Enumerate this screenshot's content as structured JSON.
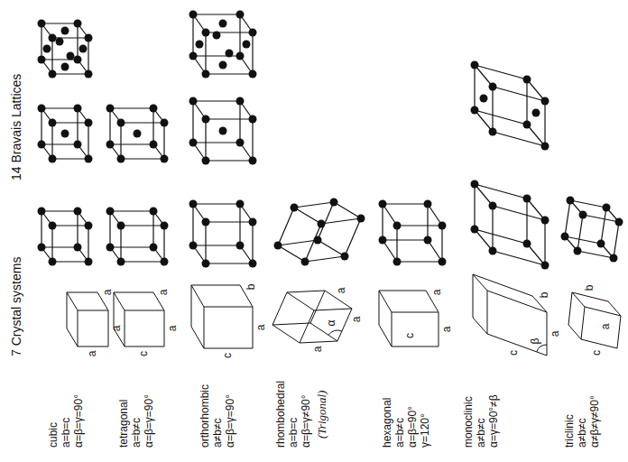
{
  "diagram": {
    "labels": [
      "14 Bravais Lattices",
      "7 Crystal systems",
      "cubic",
      "a=b=c",
      "α=β=γ=90°",
      "a",
      "a",
      "a",
      "tetragonal",
      "a=b≠c",
      "α=β=γ=90°",
      "c",
      "a",
      "a",
      "orthorhombic",
      "a≠b≠c",
      "α=β=γ=90°",
      "c",
      "b",
      "a",
      "rhombohedral",
      "a=b=c",
      "α=β=γ≠90°",
      "(Trigonal)",
      "a",
      "a",
      "a",
      "α",
      "hexagonal",
      "a=b≠c",
      "α=β=90°",
      "γ=120°",
      "c",
      "a",
      "a",
      "monoclinic",
      "a≠b≠c",
      "α=γ=90°≠β",
      "c",
      "β",
      "b",
      "a",
      "triclinic",
      "a≠b≠c",
      "α≠β≠γ≠90°",
      "c",
      "a",
      "b"
    ]
  }
}
